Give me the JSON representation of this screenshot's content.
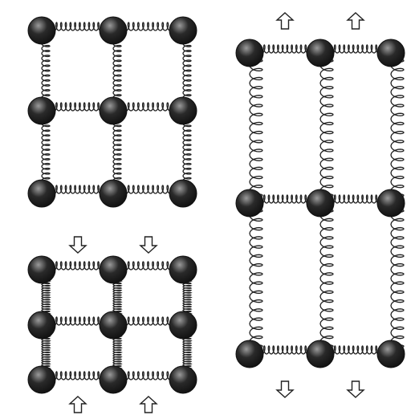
{
  "figure": {
    "panels": [
      {
        "name": "equilibrium-lattice",
        "state": "unstrained",
        "rows": 3,
        "cols": 3,
        "arrows": "none"
      },
      {
        "name": "compressed-lattice",
        "state": "compressed",
        "rows": 3,
        "cols": 3,
        "arrows": "inward"
      },
      {
        "name": "stretched-lattice",
        "state": "stretched",
        "rows": 3,
        "cols": 3,
        "arrows": "outward"
      }
    ],
    "atom_color": "#111111",
    "atom_highlight": "#9a9a9a",
    "spring_color": "#222222",
    "arrow_outline": "#222222",
    "arrow_fill": "#ffffff",
    "background": "#ffffff"
  }
}
